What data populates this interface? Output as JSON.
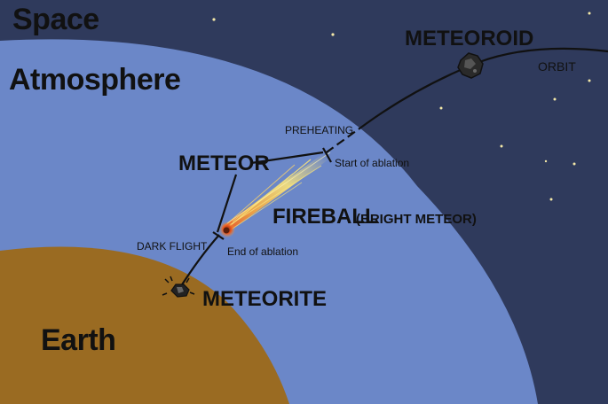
{
  "regions": {
    "space": "Space",
    "atmosphere": "Atmosphere",
    "earth": "Earth"
  },
  "labels": {
    "meteoroid": "METEOROID",
    "orbit": "ORBIT",
    "preheating": "PREHEATING",
    "meteor": "METEOR",
    "start_of_ablation": "Start of ablation",
    "fireball": "FIREBALL",
    "bright_meteor": "(BRIGHT METEOR)",
    "dark_flight": "DARK FLIGHT",
    "end_of_ablation": "End of ablation",
    "meteorite": "METEORITE"
  },
  "colors": {
    "space": "#2f3a5c",
    "atmosphere": "#6b87c8",
    "earth": "#9a6b22",
    "stars": "#f5e9a8",
    "path": "#111111",
    "fireball_core": "#e8551e",
    "fireball_trail": "#f7e27a"
  }
}
